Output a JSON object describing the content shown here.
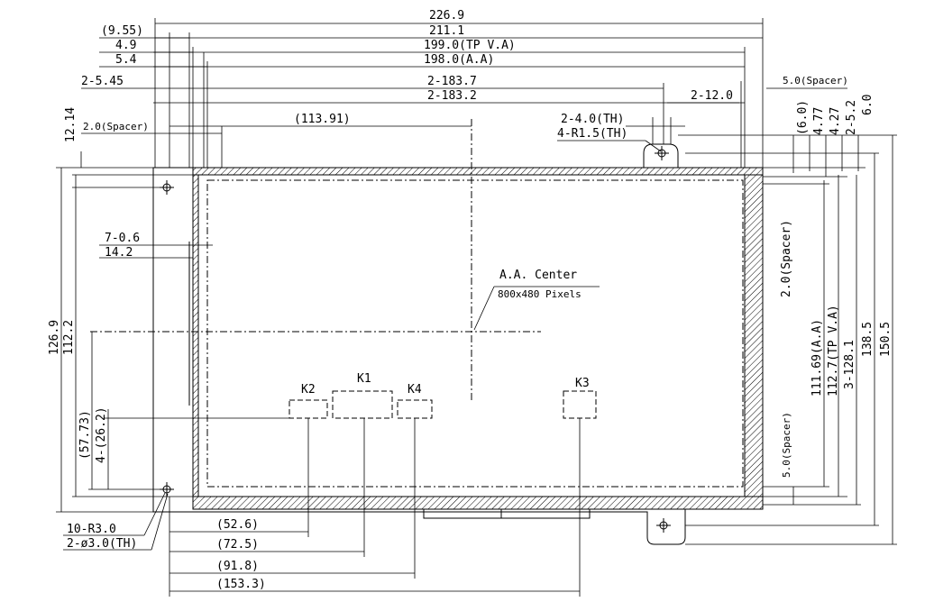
{
  "top_dims": {
    "overall_width": "226.9",
    "d_9_55": "(9.55)",
    "d_211_1": "211.1",
    "d_4_9": "4.9",
    "d_199_tp": "199.0(TP V.A)",
    "d_5_4": "5.4",
    "d_198_aa": "198.0(A.A)",
    "d_2_5_45": "2-5.45",
    "d_2_183_7": "2-183.7",
    "d_2_183_2": "2-183.2",
    "d_2_12": "2-12.0",
    "d_5_spacer_top": "5.0(Spacer)",
    "d_2_spacer_left": "2.0(Spacer)",
    "d_12_14": "12.14",
    "d_113_91": "(113.91)",
    "d_2_4_th": "2-4.0(TH)",
    "d_4_r1_5": "4-R1.5(TH)"
  },
  "right_dims": {
    "d_6_0p": "(6.0)",
    "d_4_77": "4.77",
    "d_4_27": "4.27",
    "d_2_5_2": "2-5.2",
    "d_6_0": "6.0",
    "d_2_spacer": "2.0(Spacer)",
    "d_111_69": "111.69(A.A)",
    "d_112_7": "112.7(TP V.A)",
    "d_3_128_1": "3-128.1",
    "d_138_5": "138.5",
    "d_150_5": "150.5",
    "d_5_spacer": "5.0(Spacer)"
  },
  "left_dims": {
    "d_7_0_6": "7-0.6",
    "d_14_2": "14.2",
    "d_126_9": "126.9",
    "d_112_2": "112.2",
    "d_57_73": "(57.73)",
    "d_4_26_2": "4-(26.2)"
  },
  "bottom_dims": {
    "d_10_r3": "10-R3.0",
    "d_2_phi3": "2-ø3.0(TH)",
    "d_52_6": "(52.6)",
    "d_72_5": "(72.5)",
    "d_91_8": "(91.8)",
    "d_153_3": "(153.3)"
  },
  "center": {
    "label": "A.A. Center",
    "pixels": "800x480 Pixels"
  },
  "keys": {
    "k1": "K1",
    "k2": "K2",
    "k3": "K3",
    "k4": "K4"
  }
}
